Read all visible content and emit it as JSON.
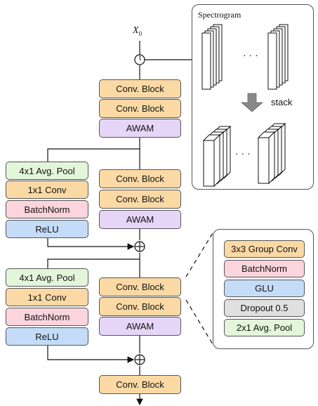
{
  "input_label": "X",
  "input_subscript": "0",
  "concat_symbol": "t",
  "spectrogram": {
    "title": "Spectrogram",
    "stack_label": "stack",
    "ellipsis": "· · ·"
  },
  "main_path": {
    "block1": [
      "Conv. Block",
      "Conv. Block",
      "AWAM"
    ],
    "block2": [
      "Conv. Block",
      "Conv. Block",
      "AWAM"
    ],
    "block3": [
      "Conv. Block",
      "Conv. Block",
      "AWAM"
    ],
    "final": "Conv. Block"
  },
  "skip1": [
    "4x1 Avg. Pool",
    "1x1 Conv",
    "BatchNorm",
    "ReLU"
  ],
  "skip2": [
    "4x1 Avg. Pool",
    "1x1 Conv",
    "BatchNorm",
    "ReLU"
  ],
  "conv_block_detail": [
    "3x3 Group Conv",
    "BatchNorm",
    "GLU",
    "Dropout 0.5",
    "2x1 Avg. Pool"
  ]
}
